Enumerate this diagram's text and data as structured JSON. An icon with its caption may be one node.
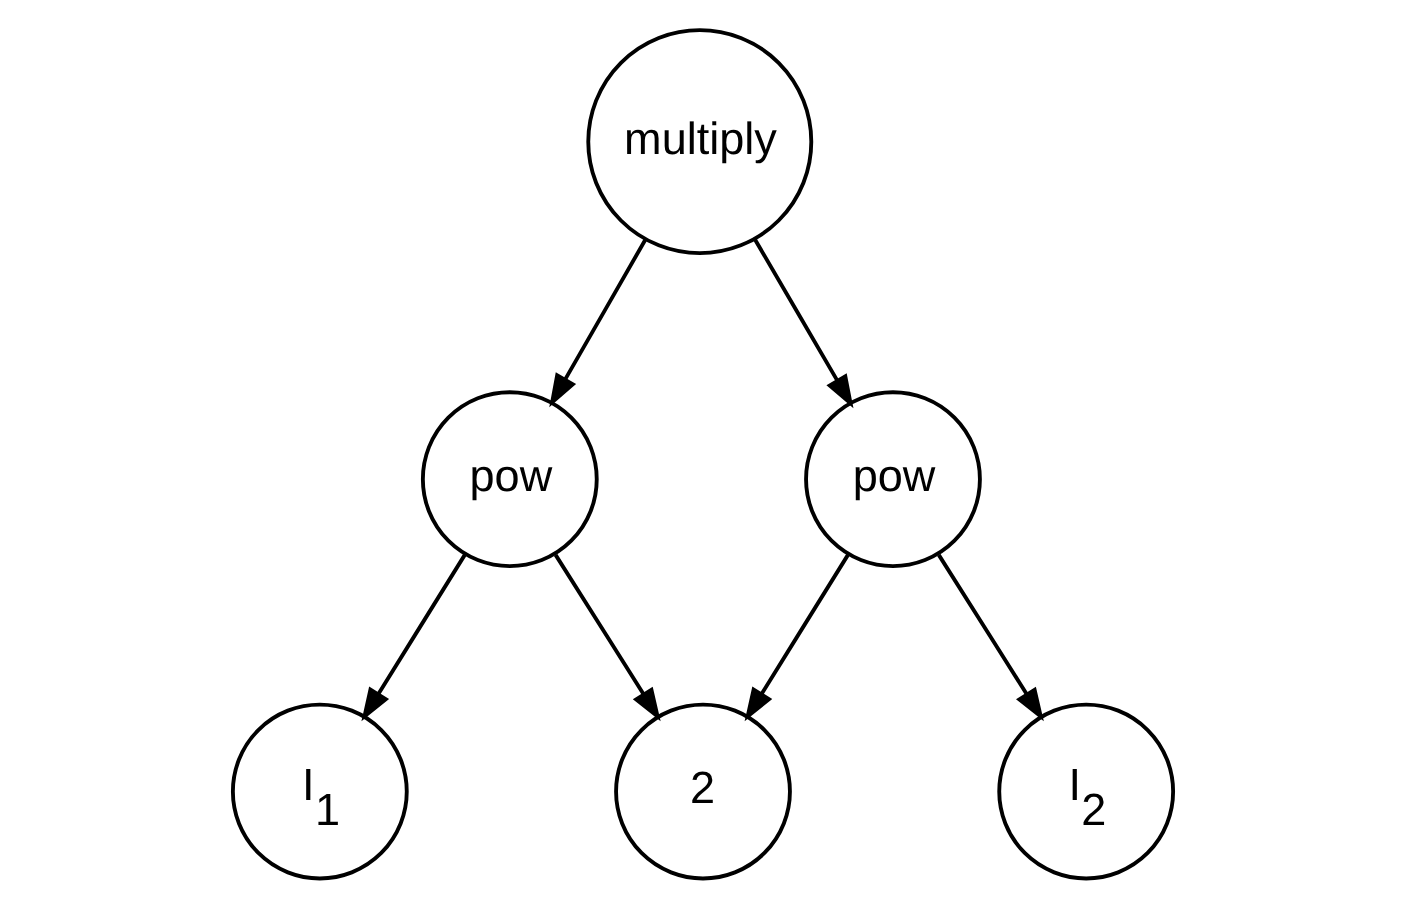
{
  "diagram": {
    "nodes": [
      {
        "text": [
          "multiply"
        ]
      },
      {
        "text": [
          "pow"
        ]
      },
      {
        "text": [
          "pow"
        ]
      },
      {
        "text": [
          "2"
        ]
      },
      {
        "text": [
          "I$_{1}$"
        ]
      },
      {
        "text": [
          "I$_{2}$"
        ]
      }
    ],
    "edges": [
      {
        "from": 0,
        "to": 1,
        "arrow": "to"
      },
      {
        "from": 0,
        "to": 2,
        "arrow": "to"
      },
      {
        "from": 1,
        "to": 3,
        "arrow": "to"
      },
      {
        "from": 1,
        "to": 4,
        "arrow": "to"
      },
      {
        "from": 2,
        "to": 3,
        "arrow": "to"
      },
      {
        "from": 2,
        "to": 5,
        "arrow": "to"
      }
    ]
  }
}
